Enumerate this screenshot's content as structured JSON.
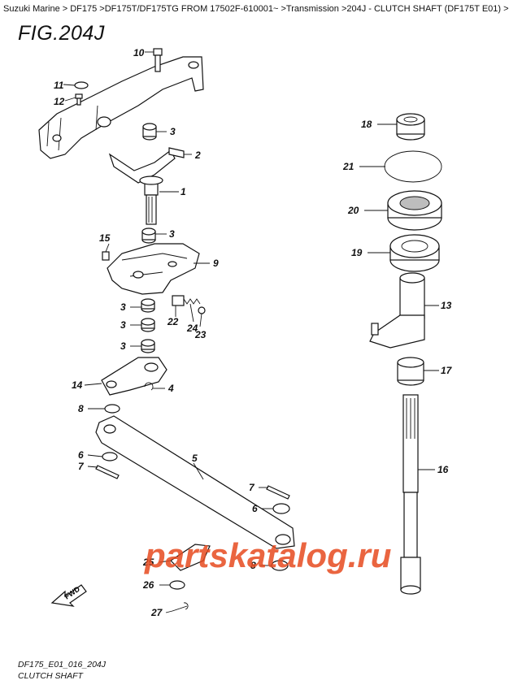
{
  "breadcrumb": "Suzuki Marine > DF175 >DF175T/DF175TG FROM 17502F-610001~ >Transmission >204J - CLUTCH SHAFT (DF175T E01) >",
  "figure_title": "FIG.204J",
  "watermark": "partskatalog.ru",
  "fwd_label": "FWD",
  "footer": {
    "code": "DF175_E01_016_204J",
    "name": "CLUTCH SHAFT"
  },
  "callouts": {
    "c1": "1",
    "c2": "2",
    "c3a": "3",
    "c3b": "3",
    "c3c": "3",
    "c3d": "3",
    "c3e": "3",
    "c4": "4",
    "c5": "5",
    "c6a": "6",
    "c6b": "6",
    "c7a": "7",
    "c7b": "7",
    "c8a": "8",
    "c8b": "8",
    "c9": "9",
    "c10": "10",
    "c11": "11",
    "c12": "12",
    "c13": "13",
    "c14": "14",
    "c15": "15",
    "c16": "16",
    "c17": "17",
    "c18": "18",
    "c19": "19",
    "c20": "20",
    "c21": "21",
    "c22": "22",
    "c23": "23",
    "c24": "24",
    "c25": "25",
    "c26": "26",
    "c27": "27"
  },
  "colors": {
    "watermark": "#e64a1f",
    "line": "#111111",
    "background": "#ffffff"
  }
}
